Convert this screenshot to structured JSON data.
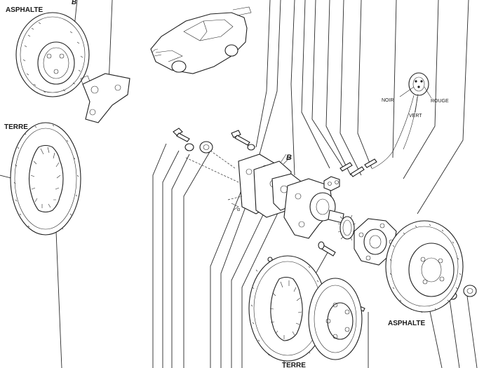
{
  "labels": {
    "asphalte_top": "ASPHALTE",
    "terre_left": "TERRE",
    "asphalte_bottom": "ASPHALTE",
    "terre_bottom": "TERRE",
    "callout_b": "B",
    "callout_b_top": "B",
    "wire_noir": "NOIR",
    "wire_rouge": "ROUGE",
    "wire_vert": "VERT"
  },
  "colors": {
    "ink": "#1e1e1e",
    "paper": "#ffffff"
  }
}
